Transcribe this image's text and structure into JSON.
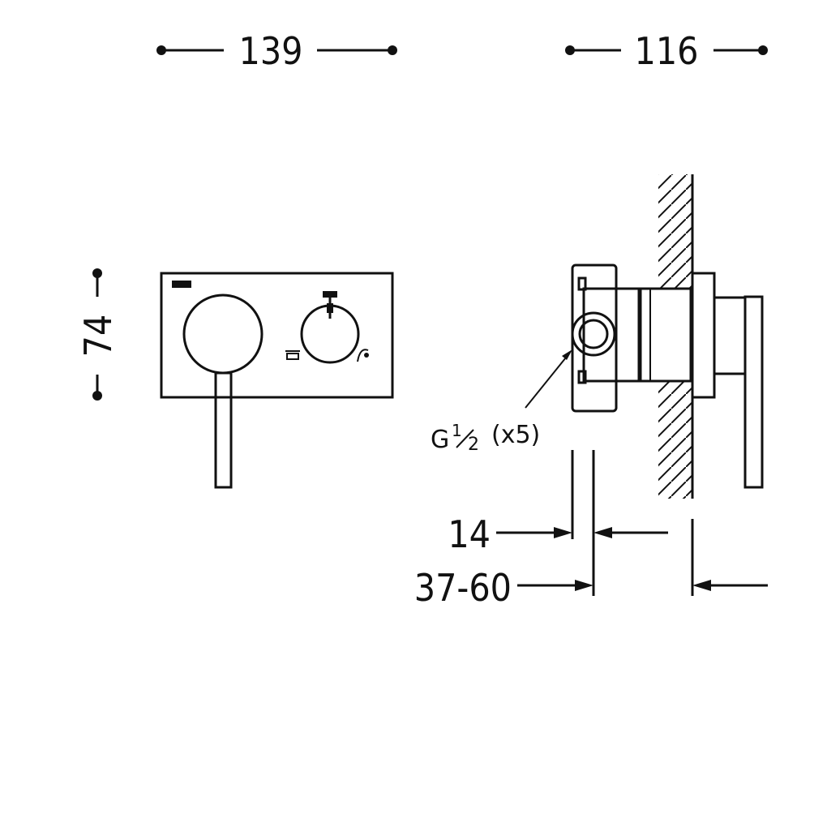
{
  "dimensions": {
    "front_width": "139",
    "side_depth": "116",
    "front_height": "74",
    "inner_offset": "14",
    "install_depth": "37-60"
  },
  "connection_label": {
    "thread": "G",
    "fraction_num": "1",
    "fraction_den": "2",
    "quantity": "(x5)"
  },
  "colors": {
    "line": "#111111",
    "background": "#ffffff"
  }
}
